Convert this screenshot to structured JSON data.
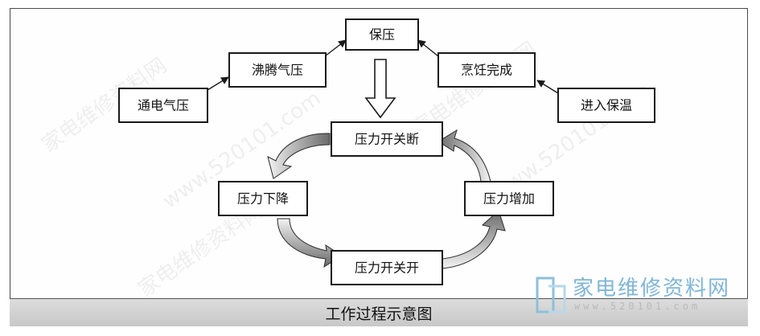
{
  "diagram": {
    "nodes": {
      "baoya": "保压",
      "feiteng": "沸腾气压",
      "tongdian": "通电气压",
      "pengren": "烹饪完成",
      "jinru": "进入保温",
      "kaiguanduan": "压力开关断",
      "xiajiang": "压力下降",
      "zengjia": "压力增加",
      "kaiguankai": "压力开关开"
    },
    "caption": "工作过程示意图"
  },
  "logo": {
    "name": "家电维修资料网",
    "url": "www.520101.com"
  },
  "colors": {
    "arrow_gradient_dark": "#6a6a6a",
    "arrow_gradient_light": "#f2f2f2",
    "logo_blue": "#7fb6d6"
  }
}
